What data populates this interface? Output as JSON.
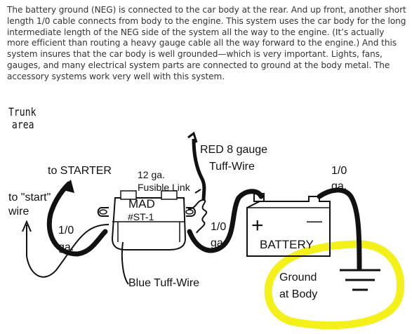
{
  "paragraph": "The battery ground (NEG) is connected to the car body at the rear.  And up front, another short length 1/0 cable connects from body to the engine.  This system uses the car body for the long intermediate length of the NEG side of the system all the way to the engine.  (It’s actually more efficient than routing a heavy gauge cable all the way forward to the engine.)  And this system insures that the car body is well grounded—which is very important.  Lights, fans, gauges, and many electrical system parts are connected to ground at the body metal.  The accessory systems work very well with this system.",
  "trunk_label": {
    "line1": "Trunk",
    "line2": "area"
  },
  "diagram": {
    "to_starter": "to STARTER",
    "to_start_wire_1": "to \"start\"",
    "to_start_wire_2": "wire",
    "gauge_left_1": "1/0",
    "gauge_left_2": "ga.",
    "fusible_1": "12 ga.",
    "fusible_2": "Fusible Link",
    "mad_1": "MAD",
    "mad_2": "#ST-1",
    "red_wire_1": "RED 8 gauge",
    "red_wire_2": "Tuff-Wire",
    "gauge_mid_1": "1/0",
    "gauge_mid_2": "ga.",
    "gauge_right_1": "1/0",
    "gauge_right_2": "ga.",
    "battery_label": "BATTERY",
    "battery_plus": "+",
    "battery_minus": "—",
    "blue_wire": "Blue Tuff-Wire",
    "ground_1": "Ground",
    "ground_2": "at Body"
  },
  "colors": {
    "highlight": "#f4f01a",
    "ink": "#111111",
    "text": "#333333"
  }
}
